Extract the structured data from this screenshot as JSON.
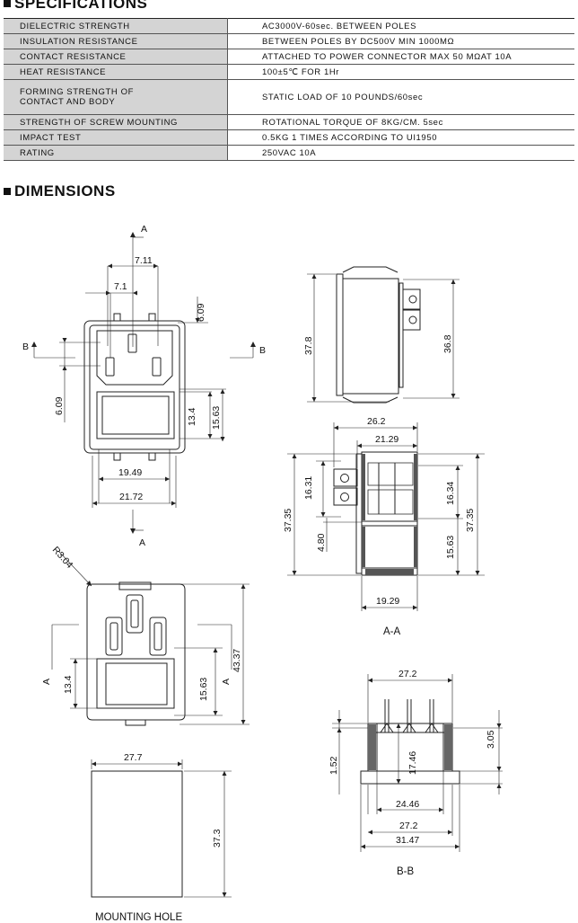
{
  "spec_heading": "SPECIFICATIONS",
  "spec_rows": [
    {
      "k": "DIELECTRIC STRENGTH",
      "v": "AC3000V-60sec. BETWEEN POLES"
    },
    {
      "k": "INSULATION RESISTANCE",
      "v": "BETWEEN POLES BY DC500V  MIN 1000MΩ"
    },
    {
      "k": "CONTACT RESISTANCE",
      "v": "ATTACHED TO POWER CONNECTOR MAX 50 MΩAT 10A"
    },
    {
      "k": "HEAT RESISTANCE",
      "v": "100±5℃ FOR 1Hr"
    },
    {
      "k": "FORMING STRENGTH OF\nCONTACT AND BODY",
      "v": "STATIC LOAD OF 10 POUNDS/60sec"
    },
    {
      "k": "STRENGTH OF SCREW MOUNTING",
      "v": "ROTATIONAL TORQUE OF 8KG/CM. 5sec"
    },
    {
      "k": "IMPACT TEST",
      "v": "0.5KG 1 TIMES ACCORDING TO UI1950"
    },
    {
      "k": "RATING",
      "v": "250VAC  10A"
    }
  ],
  "dim_heading": "DIMENSIONS",
  "drawing": {
    "section_a": "A",
    "section_b": "B",
    "section_aa": "A-A",
    "section_bb": "B-B",
    "mounting_hole": "MOUNTING HOLE",
    "radius": "R3.04",
    "d_7_11": "7.11",
    "d_7_1": "7.1",
    "d_6_09": "6.09",
    "d_13_4": "13.4",
    "d_15_63": "15.63",
    "d_19_49": "19.49",
    "d_21_72": "21.72",
    "d_37_8": "37.8",
    "d_36_8": "36.8",
    "d_26_2": "26.2",
    "d_21_29": "21.29",
    "d_16_31": "16.31",
    "d_16_34": "16.34",
    "d_37_35": "37.35",
    "d_4_80": "4.80",
    "d_19_29": "19.29",
    "d_43_37": "43.37",
    "d_27_2": "27.2",
    "d_3_05": "3.05",
    "d_17_46": "17.46",
    "d_1_52": "1.52",
    "d_24_46": "24.46",
    "d_31_47": "31.47",
    "d_27_7": "27.7",
    "d_37_3": "37.3"
  }
}
